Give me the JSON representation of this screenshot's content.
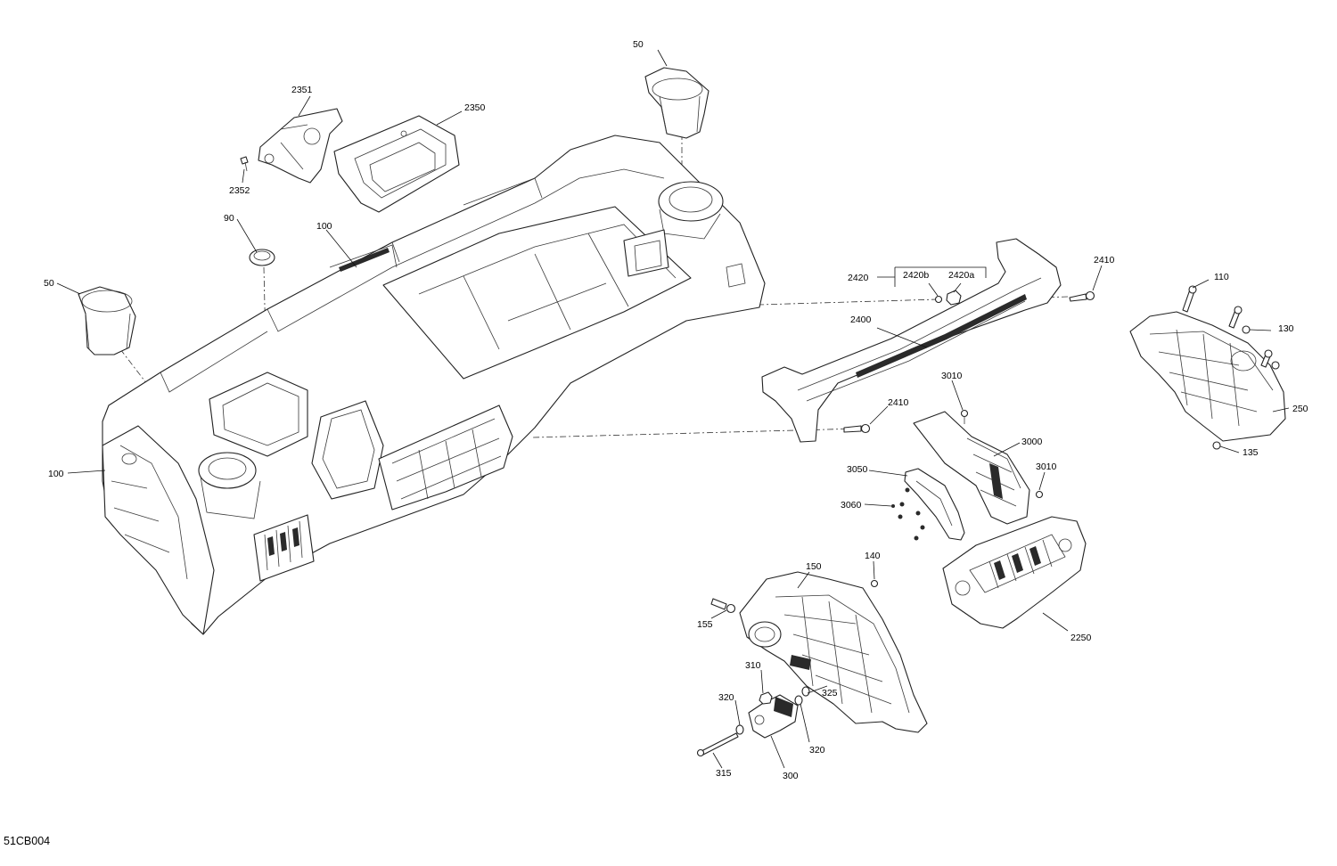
{
  "diagram_code": "51CB004",
  "callouts": {
    "c50_top": "50",
    "c2351": "2351",
    "c2350": "2350",
    "c2352": "2352",
    "c90": "90",
    "c100_top": "100",
    "c50_left": "50",
    "c100_left": "100",
    "c2420": "2420",
    "c2420b": "2420b",
    "c2420a": "2420a",
    "c2410_top": "2410",
    "c2400": "2400",
    "c2410_mid": "2410",
    "c3010_top": "3010",
    "c3000": "3000",
    "c3010_mid": "3010",
    "c3050": "3050",
    "c3060": "3060",
    "c110": "110",
    "c130": "130",
    "c250": "250",
    "c135": "135",
    "c150": "150",
    "c140": "140",
    "c155": "155",
    "c2250": "2250",
    "c310": "310",
    "c320_a": "320",
    "c325": "325",
    "c320_b": "320",
    "c315": "315",
    "c300": "300"
  }
}
